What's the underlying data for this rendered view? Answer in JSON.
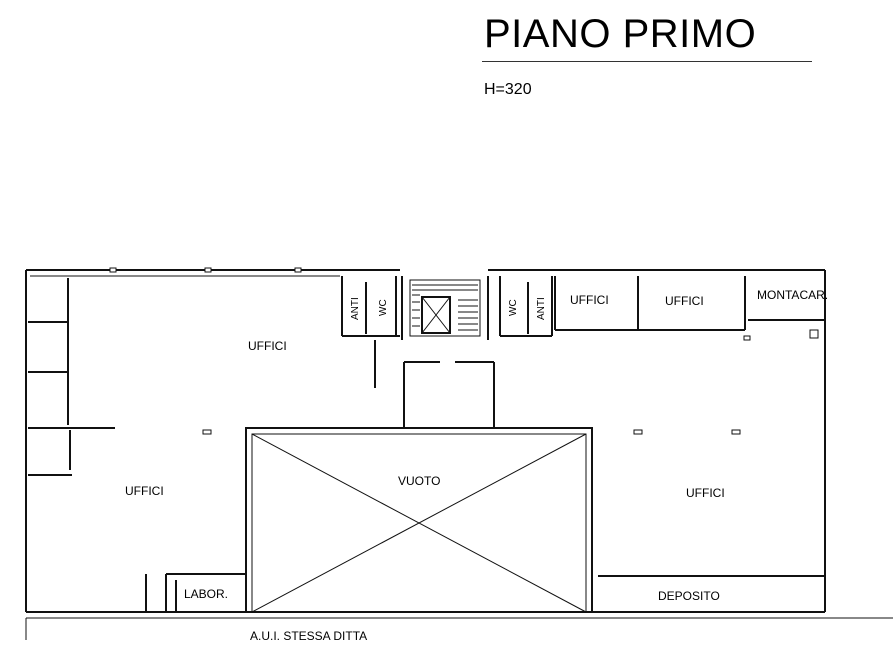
{
  "title": "PIANO PRIMO",
  "height_label": "H=320",
  "rooms": {
    "uffici_top_left": "UFFICI",
    "uffici_left": "UFFICI",
    "uffici_right": "UFFICI",
    "uffici_top_1": "UFFICI",
    "uffici_top_2": "UFFICI",
    "vuoto": "VUOTO",
    "labor": "LABOR.",
    "deposito": "DEPOSITO",
    "montacar": "MONTACAR.",
    "anti_left": "ANTI",
    "anti_right": "ANTI",
    "wc_left": "WC",
    "wc_right": "WC"
  },
  "footer_label": "A.U.I. STESSA DITTA"
}
